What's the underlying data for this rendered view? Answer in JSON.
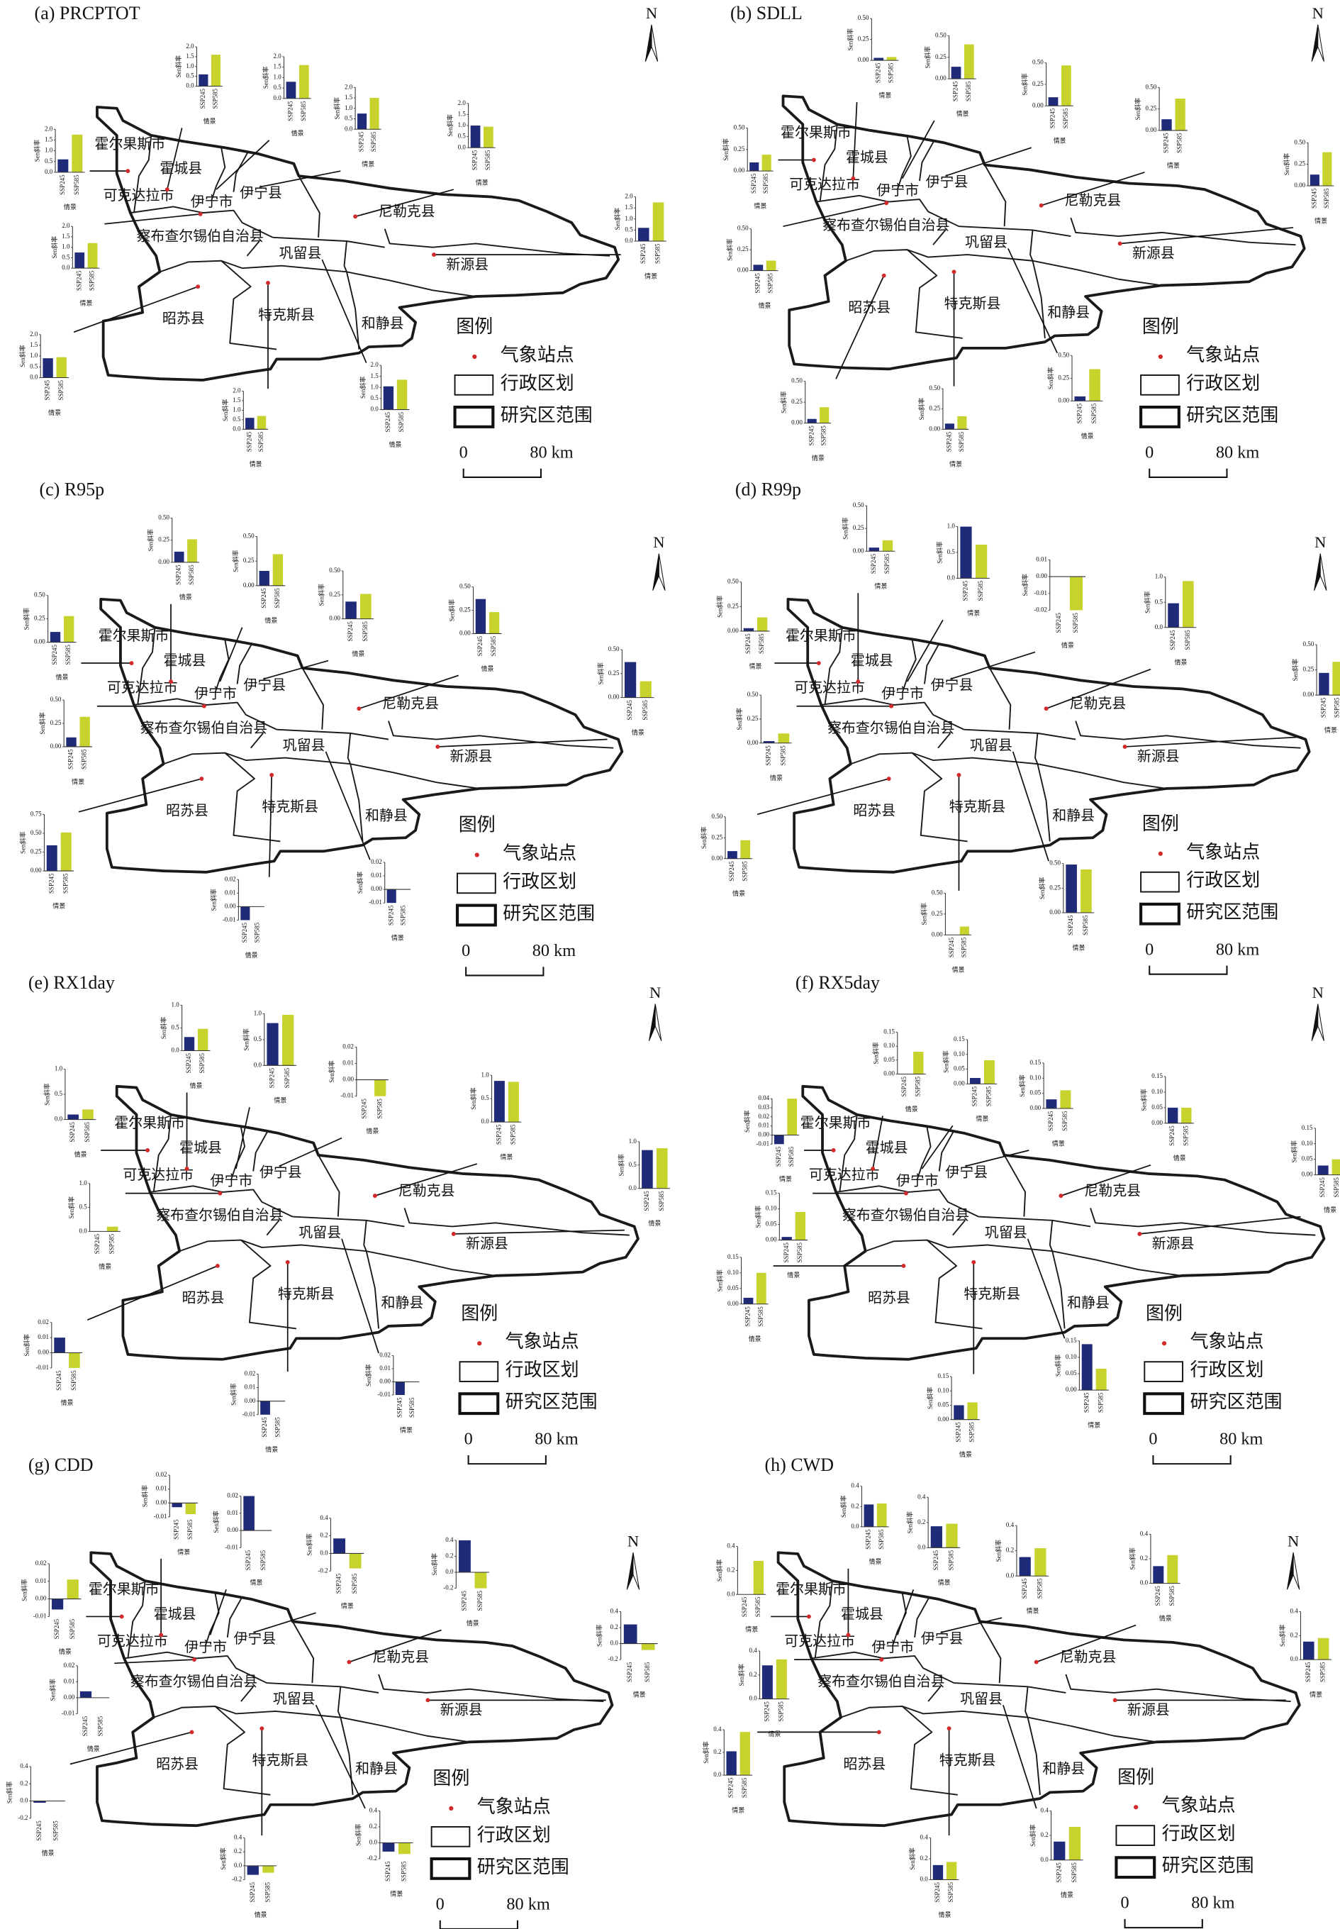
{
  "figure": {
    "north": "N",
    "ylabel": "Sen斜率",
    "xlabel": "情景",
    "scenarios": [
      "SSP245",
      "SSP585"
    ],
    "colors": {
      "SSP245": "#1f2b78",
      "SSP585": "#c8d22c",
      "station": "#d22a2a",
      "boundary": "#1a1a1a"
    },
    "counties": [
      "霍尔果斯市",
      "霍城县",
      "可克达拉市",
      "伊宁市",
      "伊宁县",
      "尼勒克县",
      "察布查尔锡伯自治县",
      "巩留县",
      "新源县",
      "昭苏县",
      "特克斯县",
      "和静县"
    ],
    "legend": {
      "title": "图例",
      "station": "气象站点",
      "admin": "行政区划",
      "study_area": "研究区范围"
    },
    "scale": {
      "zero": "0",
      "label": "80 km"
    }
  },
  "chart_data": [
    {
      "type": "bar",
      "title": "(a) PRCPTOT",
      "ylabel": "Sen斜率",
      "xlabel": "情景",
      "series": [
        "SSP245",
        "SSP585"
      ],
      "charts": [
        {
          "ticks": [
            "0.0",
            "0.5",
            "1.0",
            "1.5",
            "2.0"
          ],
          "values": [
            0.6,
            1.75
          ]
        },
        {
          "ticks": [
            "0.0",
            "0.5",
            "1.0",
            "1.5",
            "2.0"
          ],
          "values": [
            0.6,
            1.6
          ]
        },
        {
          "ticks": [
            "0.0",
            "0.5",
            "1.0",
            "1.5",
            "2.0"
          ],
          "values": [
            0.8,
            1.6
          ]
        },
        {
          "ticks": [
            "0.0",
            "0.5",
            "1.0",
            "1.5",
            "2.0"
          ],
          "values": [
            0.75,
            1.5
          ]
        },
        {
          "ticks": [
            "0.0",
            "0.5",
            "1.0",
            "1.5",
            "2.0"
          ],
          "values": [
            1.0,
            0.95
          ]
        },
        {
          "ticks": [
            "0.0",
            "0.5",
            "1.0",
            "1.5",
            "2.0"
          ],
          "values": [
            0.6,
            1.75
          ]
        },
        {
          "ticks": [
            "0.0",
            "0.5",
            "1.0",
            "1.5",
            "2.0"
          ],
          "values": [
            0.75,
            1.2
          ]
        },
        {
          "ticks": [
            "0.0",
            "0.5",
            "1.0",
            "1.5",
            "2.0"
          ],
          "values": [
            0.9,
            0.95
          ]
        },
        {
          "ticks": [
            "0.0",
            "0.5",
            "1.0",
            "1.5",
            "2.0"
          ],
          "values": [
            0.6,
            0.7
          ]
        },
        {
          "ticks": [
            "0.0",
            "0.5",
            "1.0",
            "1.5",
            "2.0"
          ],
          "values": [
            1.05,
            1.35
          ]
        }
      ]
    },
    {
      "type": "bar",
      "title": "(b) SDLL",
      "ylabel": "Sen斜率",
      "xlabel": "情景",
      "series": [
        "SSP245",
        "SSP585"
      ],
      "charts": [
        {
          "ticks": [
            "0.00",
            "0.25",
            "0.50"
          ],
          "values": [
            0.1,
            0.19
          ]
        },
        {
          "ticks": [
            "0.00",
            "0.25",
            "0.50"
          ],
          "values": [
            0.03,
            0.04
          ]
        },
        {
          "ticks": [
            "0.00",
            "0.25",
            "0.50"
          ],
          "values": [
            0.14,
            0.4
          ]
        },
        {
          "ticks": [
            "0.00",
            "0.25",
            "0.50"
          ],
          "values": [
            0.1,
            0.47
          ]
        },
        {
          "ticks": [
            "0.00",
            "0.25",
            "0.50"
          ],
          "values": [
            0.13,
            0.37
          ]
        },
        {
          "ticks": [
            "0.00",
            "0.25",
            "0.50"
          ],
          "values": [
            0.13,
            0.39
          ]
        },
        {
          "ticks": [
            "0.00",
            "0.25",
            "0.50"
          ],
          "values": [
            0.07,
            0.12
          ]
        },
        {
          "ticks": [
            "0.00",
            "0.25",
            "0.50"
          ],
          "values": [
            0.05,
            0.19
          ]
        },
        {
          "ticks": [
            "0.00",
            "0.25",
            "0.50"
          ],
          "values": [
            0.07,
            0.16
          ]
        },
        {
          "ticks": [
            "0.00",
            "0.25",
            "0.50"
          ],
          "values": [
            0.05,
            0.35
          ]
        }
      ]
    },
    {
      "type": "bar",
      "title": "(c) R95p",
      "ylabel": "Sen斜率",
      "xlabel": "情景",
      "series": [
        "SSP245",
        "SSP585"
      ],
      "charts": [
        {
          "ticks": [
            "0.00",
            "0.25",
            "0.50"
          ],
          "values": [
            0.11,
            0.28
          ]
        },
        {
          "ticks": [
            "0.00",
            "0.25",
            "0.50"
          ],
          "values": [
            0.12,
            0.26
          ]
        },
        {
          "ticks": [
            "0.00",
            "0.25",
            "0.50"
          ],
          "values": [
            0.15,
            0.32
          ]
        },
        {
          "ticks": [
            "0.00",
            "0.25",
            "0.50"
          ],
          "values": [
            0.18,
            0.26
          ]
        },
        {
          "ticks": [
            "0.00",
            "0.25",
            "0.50"
          ],
          "values": [
            0.37,
            0.23
          ]
        },
        {
          "ticks": [
            "0.00",
            "0.25",
            "0.50"
          ],
          "values": [
            0.37,
            0.17
          ]
        },
        {
          "ticks": [
            "0.00",
            "0.25",
            "0.50"
          ],
          "values": [
            0.1,
            0.32
          ]
        },
        {
          "ticks": [
            "0.00",
            "0.25",
            "0.50",
            "0.75"
          ],
          "values": [
            0.34,
            0.51
          ]
        },
        {
          "ticks": [
            "-0.01",
            "0.00",
            "0.01",
            "0.02"
          ],
          "values": [
            -0.01,
            0.0
          ]
        },
        {
          "ticks": [
            "-0.01",
            "0.00",
            "0.01",
            "0.02"
          ],
          "values": [
            -0.01,
            0.0
          ]
        }
      ]
    },
    {
      "type": "bar",
      "title": "(d) R99p",
      "ylabel": "Sen斜率",
      "xlabel": "情景",
      "series": [
        "SSP245",
        "SSP585"
      ],
      "charts": [
        {
          "ticks": [
            "0.00",
            "0.25",
            "0.50"
          ],
          "values": [
            0.03,
            0.14
          ]
        },
        {
          "ticks": [
            "0.00",
            "0.25",
            "0.50"
          ],
          "values": [
            0.04,
            0.12
          ]
        },
        {
          "ticks": [
            "0.0",
            "0.5",
            "1.0"
          ],
          "values": [
            1.0,
            0.65
          ]
        },
        {
          "ticks": [
            "-0.02",
            "-0.01",
            "0.00",
            "0.01"
          ],
          "values": [
            0.0,
            -0.02
          ]
        },
        {
          "ticks": [
            "0.0",
            "0.5",
            "1.0"
          ],
          "values": [
            0.48,
            0.92
          ]
        },
        {
          "ticks": [
            "0.00",
            "0.25",
            "0.50"
          ],
          "values": [
            0.22,
            0.33
          ]
        },
        {
          "ticks": [
            "0.00",
            "0.25",
            "0.50"
          ],
          "values": [
            0.02,
            0.1
          ]
        },
        {
          "ticks": [
            "0.00",
            "0.25",
            "0.50"
          ],
          "values": [
            0.09,
            0.22
          ]
        },
        {
          "ticks": [
            "0.00",
            "0.25",
            "0.50"
          ],
          "values": [
            0.0,
            0.1
          ]
        },
        {
          "ticks": [
            "0.00",
            "0.25",
            "0.50"
          ],
          "values": [
            0.49,
            0.44
          ]
        }
      ]
    },
    {
      "type": "bar",
      "title": "(e) RX1day",
      "ylabel": "Sen斜率",
      "xlabel": "情景",
      "series": [
        "SSP245",
        "SSP585"
      ],
      "charts": [
        {
          "ticks": [
            "0.0",
            "0.5",
            "1.0"
          ],
          "values": [
            0.1,
            0.2
          ]
        },
        {
          "ticks": [
            "0.0",
            "0.5",
            "1.0"
          ],
          "values": [
            0.3,
            0.48
          ]
        },
        {
          "ticks": [
            "0.0",
            "0.5",
            "1.0"
          ],
          "values": [
            0.82,
            0.98
          ]
        },
        {
          "ticks": [
            "-0.01",
            "0.00",
            "0.01",
            "0.02"
          ],
          "values": [
            0.0,
            -0.01
          ]
        },
        {
          "ticks": [
            "0.0",
            "0.5",
            "1.0"
          ],
          "values": [
            0.88,
            0.86
          ]
        },
        {
          "ticks": [
            "0.0",
            "0.5",
            "1.0"
          ],
          "values": [
            0.82,
            0.86
          ]
        },
        {
          "ticks": [
            "0.0",
            "0.5",
            "1.0"
          ],
          "values": [
            0.0,
            0.1
          ]
        },
        {
          "ticks": [
            "-0.01",
            "0.00",
            "0.01",
            "0.02"
          ],
          "values": [
            0.01,
            -0.01
          ]
        },
        {
          "ticks": [
            "-0.01",
            "0.00",
            "0.01",
            "0.02"
          ],
          "values": [
            -0.01,
            0.0
          ]
        },
        {
          "ticks": [
            "-0.01",
            "0.00",
            "0.01",
            "0.02"
          ],
          "values": [
            -0.01,
            0.0
          ]
        }
      ]
    },
    {
      "type": "bar",
      "title": "(f) RX5day",
      "ylabel": "Sen斜率",
      "xlabel": "情景",
      "series": [
        "SSP245",
        "SSP585"
      ],
      "charts": [
        {
          "ticks": [
            "-0.01",
            "0.00",
            "0.01",
            "0.02",
            "0.03",
            "0.04"
          ],
          "values": [
            -0.01,
            0.04
          ]
        },
        {
          "ticks": [
            "0.00",
            "0.05",
            "0.10",
            "0.15"
          ],
          "values": [
            0.0,
            0.08
          ]
        },
        {
          "ticks": [
            "0.00",
            "0.05",
            "0.10",
            "0.15"
          ],
          "values": [
            0.02,
            0.08
          ]
        },
        {
          "ticks": [
            "0.00",
            "0.05",
            "0.10",
            "0.15"
          ],
          "values": [
            0.03,
            0.06
          ]
        },
        {
          "ticks": [
            "0.00",
            "0.05",
            "0.10",
            "0.15"
          ],
          "values": [
            0.05,
            0.05
          ]
        },
        {
          "ticks": [
            "0.00",
            "0.05",
            "0.10",
            "0.15"
          ],
          "values": [
            0.03,
            0.05
          ]
        },
        {
          "ticks": [
            "0.00",
            "0.05",
            "0.10",
            "0.15"
          ],
          "values": [
            0.01,
            0.09
          ]
        },
        {
          "ticks": [
            "0.00",
            "0.05",
            "0.10",
            "0.15"
          ],
          "values": [
            0.02,
            0.1
          ]
        },
        {
          "ticks": [
            "0.00",
            "0.05",
            "0.10",
            "0.15"
          ],
          "values": [
            0.05,
            0.06
          ]
        },
        {
          "ticks": [
            "0.00",
            "0.05",
            "0.10",
            "0.15"
          ],
          "values": [
            0.14,
            0.065
          ]
        }
      ]
    },
    {
      "type": "bar",
      "title": "(g) CDD",
      "ylabel": "Sen斜率",
      "xlabel": "情景",
      "series": [
        "SSP245",
        "SSP585"
      ],
      "charts": [
        {
          "ticks": [
            "-0.01",
            "0.00",
            "0.01",
            "0.02"
          ],
          "values": [
            -0.006,
            0.011
          ]
        },
        {
          "ticks": [
            "-0.01",
            "0.00",
            "0.01",
            "0.02"
          ],
          "values": [
            -0.003,
            -0.008
          ]
        },
        {
          "ticks": [
            "-0.01",
            "0.00",
            "0.01",
            "0.02"
          ],
          "values": [
            0.02,
            0.0
          ]
        },
        {
          "ticks": [
            "-0.2",
            "0.0",
            "0.2",
            "0.4"
          ],
          "values": [
            0.17,
            -0.17
          ]
        },
        {
          "ticks": [
            "-0.2",
            "0.0",
            "0.2",
            "0.4"
          ],
          "values": [
            0.4,
            -0.2
          ]
        },
        {
          "ticks": [
            "-0.2",
            "0.0",
            "0.2",
            "0.4"
          ],
          "values": [
            0.24,
            -0.08
          ]
        },
        {
          "ticks": [
            "-0.01",
            "0.00",
            "0.01",
            "0.02"
          ],
          "values": [
            0.004,
            0.0
          ]
        },
        {
          "ticks": [
            "-0.2",
            "0.0",
            "0.2",
            "0.4"
          ],
          "values": [
            -0.02,
            0.0
          ]
        },
        {
          "ticks": [
            "-0.2",
            "0.0",
            "0.2",
            "0.4"
          ],
          "values": [
            -0.13,
            -0.1
          ]
        },
        {
          "ticks": [
            "-0.2",
            "0.0",
            "0.2",
            "0.4"
          ],
          "values": [
            -0.11,
            -0.14
          ]
        }
      ]
    },
    {
      "type": "bar",
      "title": "(h) CWD",
      "ylabel": "Sen斜率",
      "xlabel": "情景",
      "series": [
        "SSP245",
        "SSP585"
      ],
      "charts": [
        {
          "ticks": [
            "0.0",
            "0.2",
            "0.4"
          ],
          "values": [
            0.0,
            0.28
          ]
        },
        {
          "ticks": [
            "0.0",
            "0.2",
            "0.4"
          ],
          "values": [
            0.22,
            0.23
          ]
        },
        {
          "ticks": [
            "0.0",
            "0.2",
            "0.4"
          ],
          "values": [
            0.17,
            0.19
          ]
        },
        {
          "ticks": [
            "0.0",
            "0.2",
            "0.4"
          ],
          "values": [
            0.15,
            0.22
          ]
        },
        {
          "ticks": [
            "0.0",
            "0.2",
            "0.4"
          ],
          "values": [
            0.14,
            0.23
          ]
        },
        {
          "ticks": [
            "0.0",
            "0.2",
            "0.4"
          ],
          "values": [
            0.15,
            0.18
          ]
        },
        {
          "ticks": [
            "0.0",
            "0.2",
            "0.4"
          ],
          "values": [
            0.28,
            0.33
          ]
        },
        {
          "ticks": [
            "0.0",
            "0.2",
            "0.4"
          ],
          "values": [
            0.21,
            0.38
          ]
        },
        {
          "ticks": [
            "0.0",
            "0.2",
            "0.4"
          ],
          "values": [
            0.14,
            0.17
          ]
        },
        {
          "ticks": [
            "0.0",
            "0.2",
            "0.4"
          ],
          "values": [
            0.15,
            0.27
          ]
        }
      ]
    }
  ]
}
